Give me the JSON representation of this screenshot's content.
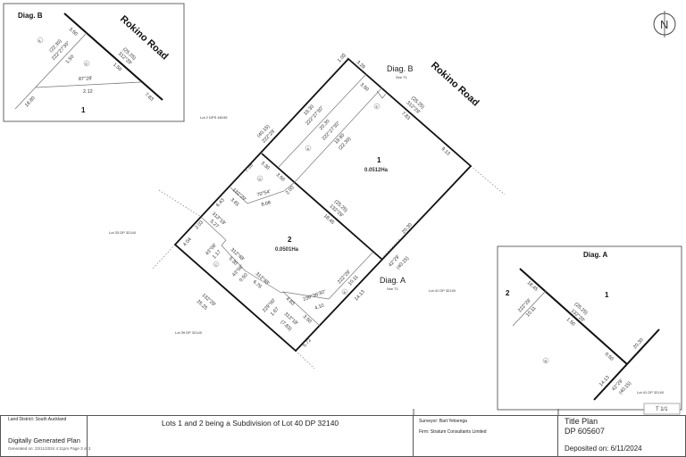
{
  "diag_b": {
    "title": "Diag. B",
    "road": "Rokino Road",
    "labels": [
      "3.50",
      "(22.30)",
      "222°27'30\"",
      "1.50",
      "(25.25)",
      "312°29'",
      "1.50",
      "87°28'",
      "2.12",
      "18.80",
      "7.83",
      "A",
      "E"
    ],
    "lot": "1"
  },
  "main": {
    "road": "Rokino Road",
    "diag_b_ref": "Diag. B",
    "diag_b_see": "See T1",
    "diag_a_ref": "Diag. A",
    "diag_a_see": "See T1",
    "lot1": {
      "number": "1",
      "area": "0.0512Ha"
    },
    "lot2": {
      "number": "2",
      "area": "0.0501Ha"
    },
    "adjacent": [
      "Lot 2 DPS 46195",
      "Lot 33 DP 32140",
      "Lot 39 DP 32140",
      "Lot 41 DP 32140"
    ],
    "dims": [
      "1.00",
      "3.29",
      "19.30",
      "222°27'30\"",
      "20.30",
      "222°27'30\"",
      "18.80",
      "(22.30)",
      "3.50",
      "(25.25)",
      "312°29'",
      "7.83",
      "9.13",
      "(40.15)",
      "222°29'",
      "3.30",
      "3.50",
      "2.00",
      "7.35",
      "132°29'",
      "3.81",
      "70°54'",
      "8.08",
      "6.43",
      "(25.25)",
      "132°29'",
      "18.45",
      "20.30",
      "42°29'",
      "(40.15)",
      "2.03",
      "313°18'",
      "5.27",
      "4.04",
      "43°08'",
      "1.17",
      "312°48'",
      "5.30",
      "43°08'",
      "0.50",
      "313°48'",
      "6.79",
      "229°00'",
      "1.67",
      "4.83",
      "313°18'",
      "(7.83)",
      "3.50",
      "236°36'30\"",
      "4.10",
      "222°29'",
      "10.11",
      "14.13",
      "132°29'",
      "25.25",
      "5.72"
    ],
    "easements": [
      "A",
      "B",
      "C",
      "D",
      "E"
    ]
  },
  "diag_a": {
    "title": "Diag. A",
    "lot1": "1",
    "lot2": "2",
    "labels": [
      "18.45",
      "222°29'",
      "10.11",
      "(25.25)",
      "132°29'",
      "1.50",
      "0.50",
      "20.30",
      "14.13",
      "42°29'",
      "(40.15)",
      "B"
    ],
    "adjacent": "Lot 41 DP 32140"
  },
  "sheet_ref": "T 1/1",
  "footer": {
    "land_district": "Land District: South Auckland",
    "generated_title": "Digitally Generated Plan",
    "generated_on": "Generated on: 22/11/2024 4:11pm Page 3 of 3",
    "description": "Lots 1 and 2 being a Subdivision of Lot 40 DP 32140",
    "surveyor": "Surveyor: Bart Yetsenga",
    "firm": "Firm: Stratum Consultants Limited",
    "plan_type": "Title Plan",
    "plan_number": "DP 605607",
    "deposited": "Deposited on: 6/11/2024"
  },
  "north_arrow": "N"
}
